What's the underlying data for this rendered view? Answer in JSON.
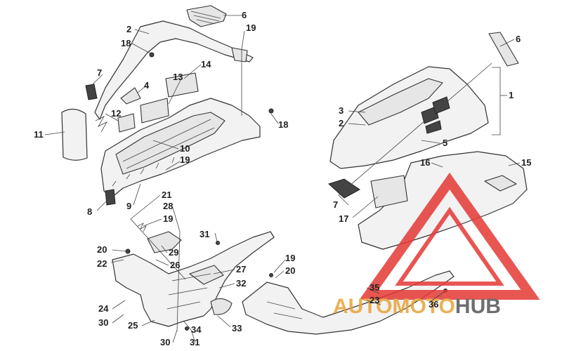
{
  "labels": {
    "l6a": "6",
    "l2a": "2",
    "l18a": "18",
    "l19a": "19",
    "l7a": "7",
    "l4": "4",
    "l13": "13",
    "l14": "14",
    "l12": "12",
    "l11": "11",
    "l18b": "18",
    "l10": "10",
    "l19b": "19",
    "l8a": "8",
    "l9": "9",
    "l21": "21",
    "l28": "28",
    "l19c": "19",
    "l31a": "31",
    "l20a": "20",
    "l29": "29",
    "l22": "22",
    "l26": "26",
    "l27": "27",
    "l32": "32",
    "l24": "24",
    "l30a": "30",
    "l25": "25",
    "l34": "34",
    "l33": "33",
    "l30b": "30",
    "l31b": "31",
    "l6b": "6",
    "l1": "1",
    "l3": "3",
    "l2b": "2",
    "l5": "5",
    "l16": "16",
    "l15": "15",
    "l7b": "7",
    "l17": "17",
    "l19d": "19",
    "l20b": "20",
    "l35": "35",
    "l23": "23",
    "l36": "36"
  },
  "watermark": {
    "part1": "AUTO",
    "part2": "MOTO",
    "part3": "HUB",
    "color_primary": "#e8a338",
    "color_secondary": "#555555",
    "triangle_color": "#e53935"
  }
}
